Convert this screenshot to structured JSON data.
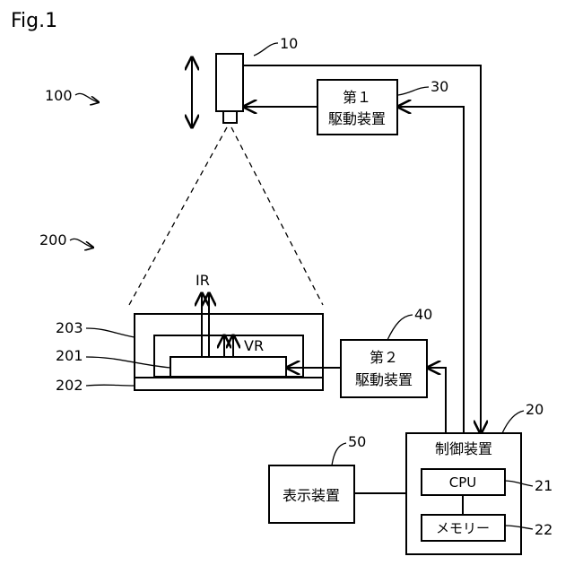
{
  "figure_label": "Fig.1",
  "refs": {
    "r100": "100",
    "r200": "200",
    "r10": "10",
    "r30": "30",
    "r40": "40",
    "r20": "20",
    "r50": "50",
    "r21": "21",
    "r22": "22",
    "r201": "201",
    "r202": "202",
    "r203": "203"
  },
  "blocks": {
    "drive1_line1": "第１",
    "drive1_line2": "駆動装置",
    "drive2_line1": "第２",
    "drive2_line2": "駆動装置",
    "controller": "制御装置",
    "cpu": "CPU",
    "memory": "メモリー",
    "display": "表示装置"
  },
  "rays": {
    "ir": "IR",
    "vr": "VR"
  }
}
